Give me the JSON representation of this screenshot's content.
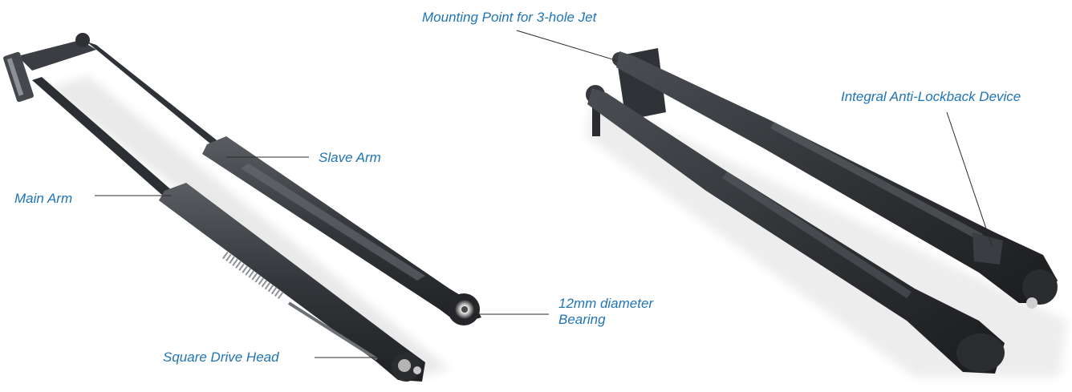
{
  "colors": {
    "label_text": "#1f74b5",
    "leader_line": "#2a2a2a",
    "arm_dark": "#2b2d30",
    "arm_mid": "#3d4044",
    "arm_light": "#5a5e63",
    "metal": "#b9b9b9",
    "background": "#ffffff"
  },
  "left_image": {
    "labels": {
      "slave_arm": "Slave Arm",
      "main_arm": "Main Arm",
      "bearing_line1": "12mm diameter",
      "bearing_line2": "Bearing",
      "square_drive": "Square Drive Head"
    }
  },
  "right_image": {
    "labels": {
      "mounting_point": "Mounting Point for 3-hole Jet",
      "anti_lockback": "Integral Anti-Lockback Device"
    }
  }
}
